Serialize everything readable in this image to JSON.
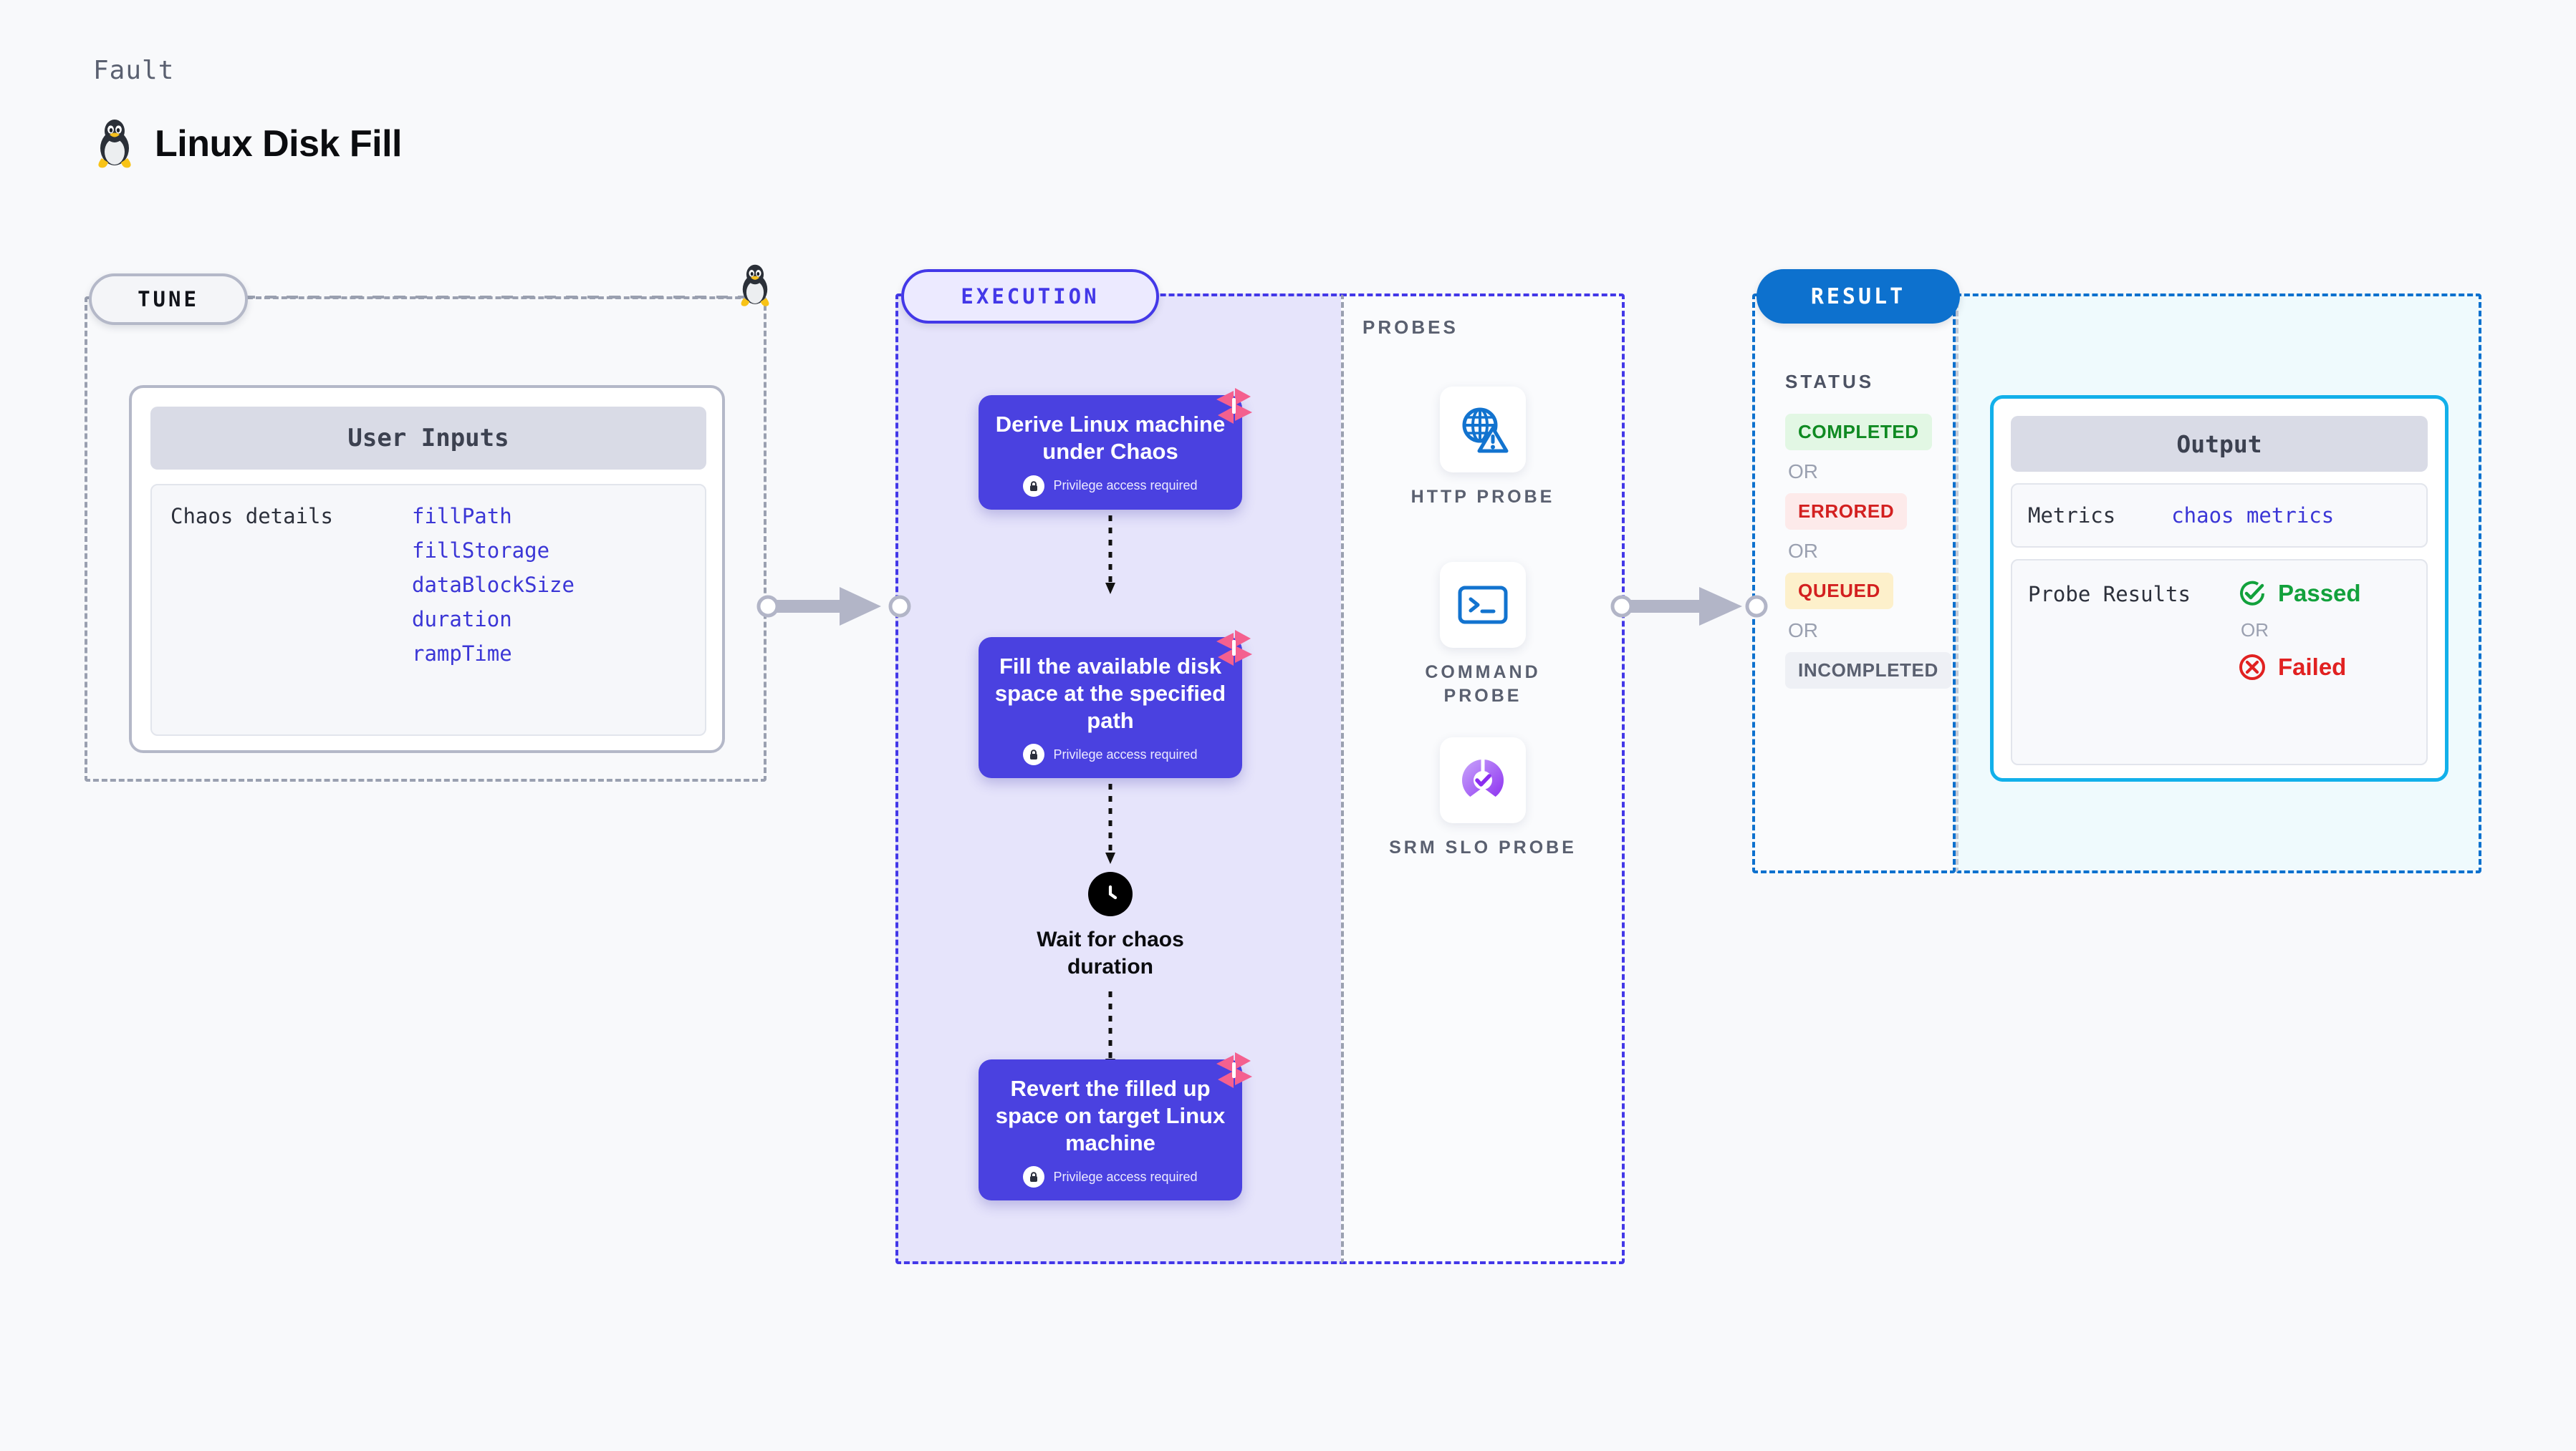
{
  "header": {
    "eyebrow": "Fault",
    "title": "Linux Disk Fill",
    "icon": "linux-tux-icon"
  },
  "stages": {
    "tune": {
      "badge": "TUNE"
    },
    "execution": {
      "badge": "EXECUTION"
    },
    "probes": {
      "title": "PROBES"
    },
    "result": {
      "badge": "RESULT"
    }
  },
  "tune": {
    "card_title": "User Inputs",
    "group_label": "Chaos details",
    "params": [
      "fillPath",
      "fillStorage",
      "dataBlockSize",
      "duration",
      "rampTime"
    ]
  },
  "execution": {
    "privilege_note": "Privilege access required",
    "nodes": [
      {
        "title": "Derive Linux machine under Chaos",
        "privilege": true
      },
      {
        "title": "Fill the available disk space at the specified path",
        "privilege": true
      }
    ],
    "wait": {
      "label": "Wait for chaos duration",
      "icon": "clock-icon"
    },
    "revert": {
      "title": "Revert the filled up space on target Linux machine",
      "privilege": true
    }
  },
  "probes": [
    {
      "label": "HTTP PROBE",
      "icon": "globe-warning-icon"
    },
    {
      "label": "COMMAND PROBE",
      "icon": "terminal-icon"
    },
    {
      "label": "SRM SLO PROBE",
      "icon": "slo-donut-check-icon"
    }
  ],
  "result": {
    "status_title": "STATUS",
    "or_label": "OR",
    "statuses": [
      {
        "label": "COMPLETED",
        "bg": "#e2f7e4",
        "fg": "#0f8a22"
      },
      {
        "label": "ERRORED",
        "bg": "#fdeaea",
        "fg": "#d32020"
      },
      {
        "label": "QUEUED",
        "bg": "#fdf0cb",
        "fg": "#d32020"
      },
      {
        "label": "INCOMPLETED",
        "bg": "#eef0f5",
        "fg": "#5a6070"
      }
    ]
  },
  "output": {
    "card_title": "Output",
    "metrics_label": "Metrics",
    "metrics_value": "chaos metrics",
    "probe_results_label": "Probe Results",
    "or_label": "OR",
    "passed_label": "Passed",
    "failed_label": "Failed"
  },
  "colors": {
    "execution_accent": "#4338e8",
    "node_fill": "#4a41e0",
    "result_accent": "#0d71ce",
    "output_border": "#12b0ea",
    "param_text": "#3b36d6",
    "litmus_pink": "#f4608f"
  }
}
